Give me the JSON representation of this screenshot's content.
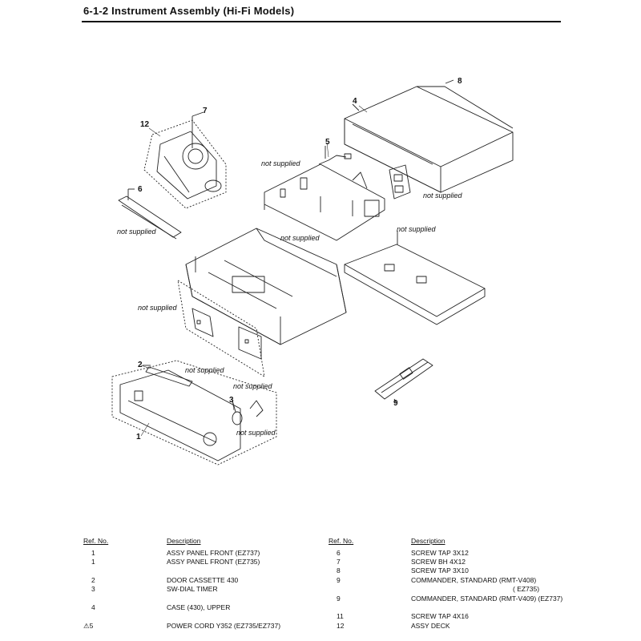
{
  "title": "6-1-2  Instrument Assembly (Hi-Fi Models)",
  "callouts": {
    "n1": "1",
    "n2": "2",
    "n3": "3",
    "n4": "4",
    "n5": "5",
    "n6": "6",
    "n7": "7",
    "n8": "8",
    "n9": "9",
    "n12": "12"
  },
  "not_supplied": "not supplied",
  "parts": {
    "headers": {
      "ref": "Ref. No.",
      "desc": "Description"
    },
    "left": [
      {
        "ref": "1",
        "desc": "ASSY PANEL FRONT (EZ737)"
      },
      {
        "ref": "1",
        "desc": "ASSY PANEL FRONT (EZ735)"
      },
      {
        "ref": "2",
        "desc": "DOOR CASSETTE 430"
      },
      {
        "ref": "3",
        "desc": "SW-DIAL TIMER"
      },
      {
        "ref": "4",
        "desc": "CASE (430), UPPER"
      },
      {
        "ref": "⚠5",
        "desc": "POWER CORD Y352 (EZ735/EZ737)"
      }
    ],
    "right": [
      {
        "ref": "6",
        "desc": "SCREW TAP 3X12"
      },
      {
        "ref": "7",
        "desc": "SCREW BH 4X12"
      },
      {
        "ref": "8",
        "desc": "SCREW TAP 3X10"
      },
      {
        "ref": "9",
        "desc": "COMMANDER, STANDARD (RMT-V408)"
      },
      {
        "ref": "",
        "desc": "(          EZ735)"
      },
      {
        "ref": "9",
        "desc": "COMMANDER, STANDARD (RMT-V409) (EZ737)"
      },
      {
        "ref": "11",
        "desc": "SCREW TAP 4X16"
      },
      {
        "ref": "12",
        "desc": "ASSY DECK"
      }
    ]
  }
}
